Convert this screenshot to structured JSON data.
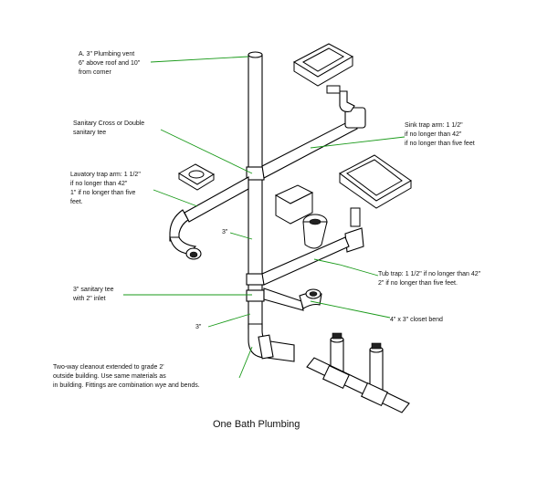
{
  "caption": "One Bath Plumbing",
  "labels": {
    "vent": "A. 3\" Plumbing vent\n6\" above roof and 10\"\nfrom corner",
    "sanitary_cross": "Sanitary Cross or Double\nsanitary tee",
    "sink_trap": "Sink trap arm: 1 1/2\"\nif no longer than 42\"\nif no longer than five feet",
    "lavatory_trap": "Lavatory trap arm: 1 1/2\"\nif no longer than 42\"\n1\" if no longer than five\nfeet.",
    "stack_3in_upper": "3\"",
    "tub_trap": "Tub trap: 1 1/2\" if no longer than 42\"\n2\" if no longer than five feet.",
    "sanitary_tee": "3\" sanitary tee\nwith 2\" inlet",
    "closet_bend": "4\" x 3\" closet bend",
    "stack_3in_lower": "3\"",
    "cleanout": "Two-way cleanout extended to grade 2'\noutside building. Use same materials as\nin building. Fittings are combination wye and bends."
  }
}
